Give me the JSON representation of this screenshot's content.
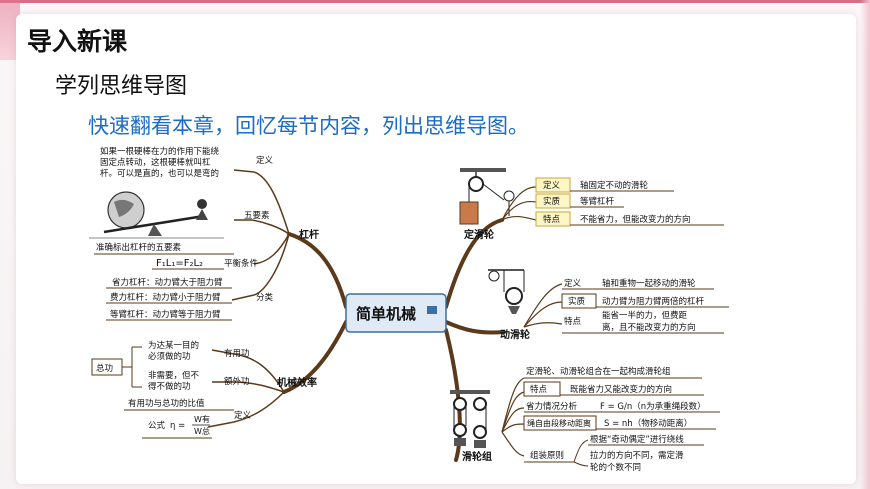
{
  "header": {
    "title": "导入新课",
    "subtitle": "学列思维导图",
    "instruction": "快速翻看本章，回忆每节内容，列出思维导图。"
  },
  "mindmap": {
    "center": "简单机械",
    "lever": {
      "label": "杠杆",
      "definition_text": [
        "如果一根硬棒在力的作用下能绕",
        "固定点转动，这根硬棒就叫杠",
        "杆。可以是直的，也可以是弯的"
      ],
      "definition_label": "定义",
      "five_elements_label": "五要素",
      "image_caption": "准确标出杠杆的五要素",
      "balance_formula": "F₁L₁=F₂L₂",
      "balance_label": "平衡条件",
      "types_label": "分类",
      "types": [
        "省力杠杆：动力臂大于阻力臂",
        "费力杠杆：动力臂小于阻力臂",
        "等臂杠杆：动力臂等于阻力臂"
      ]
    },
    "efficiency": {
      "label": "机械效率",
      "total_work": "总功",
      "useful_text": [
        "为达某一目的",
        "必须做的功"
      ],
      "useful_label": "有用功",
      "extra_text": [
        "非需要，但不",
        "得不做的功"
      ],
      "extra_label": "额外功",
      "definition_text": "有用功与总功的比值",
      "definition_label": "定义",
      "formula_prefix": "公式",
      "formula_eta": "η =",
      "formula_num": "W有",
      "formula_den": "W总"
    },
    "fixed_pulley": {
      "label": "定滑轮",
      "rows": [
        {
          "k": "定义",
          "v": "轴固定不动的滑轮"
        },
        {
          "k": "实质",
          "v": "等臂杠杆"
        },
        {
          "k": "特点",
          "v": "不能省力，但能改变力的方向"
        }
      ]
    },
    "movable_pulley": {
      "label": "动滑轮",
      "rows": [
        {
          "k": "定义",
          "v": "轴和重物一起移动的滑轮"
        },
        {
          "k": "实质",
          "v": "动力臂为阻力臂两倍的杠杆"
        },
        {
          "k": "特点",
          "v": "能省一半的力，但费距"
        }
      ],
      "feature_line2": "离，且不能改变力的方向"
    },
    "pulley_block": {
      "label": "滑轮组",
      "definition": "定滑轮、动滑轮组合在一起构成滑轮组",
      "rows": [
        {
          "k": "特点",
          "v": "既能省力又能改变力的方向"
        },
        {
          "k": "省力情况分析",
          "v": "F = G/n（n为承重绳段数）"
        },
        {
          "k": "绳自由段移动距离",
          "v": "S = nh（物移动距离）"
        }
      ],
      "rule_label": "组装原则",
      "rule_1": "根据“奇动偶定”进行绕线",
      "rule_2a": "拉力的方向不同，需定滑",
      "rule_2b": "轮的个数不同"
    }
  }
}
